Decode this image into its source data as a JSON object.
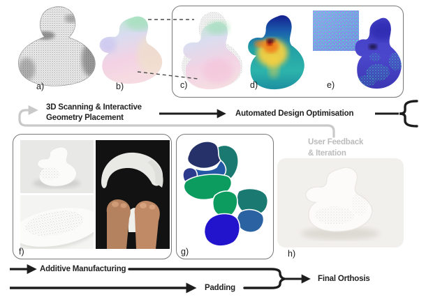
{
  "figure": {
    "panel_labels": {
      "a": "a)",
      "b": "b)",
      "c": "c)",
      "d": "d)",
      "e": "e)",
      "f": "f)",
      "g": "g)",
      "h": "h)"
    },
    "workflow": {
      "step1_line1": "3D Scanning & Interactive",
      "step1_line2": "Geometry Placement",
      "step2": "Automated Design Optimisation",
      "feedback_line1": "User Feedback",
      "feedback_line2": "& Iteration",
      "step3": "Additive Manufacturing",
      "step4": "Padding",
      "step5": "Final Orthosis"
    },
    "colors": {
      "arrow_black": "#1d1d1d",
      "feedback_loop_gray": "#c9c9c9",
      "feedback_text_gray": "#bcbcbc",
      "panel_border": "#777777",
      "heatmap_blue": "#141f8e",
      "heatmap_teal": "#23a0a4",
      "heatmap_yellow": "#ffd23c",
      "heatmap_orange": "#f07f1f",
      "heatmap_red": "#d42c12",
      "mesh_royal_blue": "#4843c6",
      "mesh_dot_teal": "#3ecdb4",
      "piece_navy": "#263069",
      "piece_blue": "#2457a4",
      "piece_indigo": "#2c3a8e",
      "piece_steel_blue": "#2b62a2",
      "piece_teal": "#1a7a72",
      "piece_green": "#0d9c60",
      "piece_royal_blue": "#2114cc"
    }
  }
}
